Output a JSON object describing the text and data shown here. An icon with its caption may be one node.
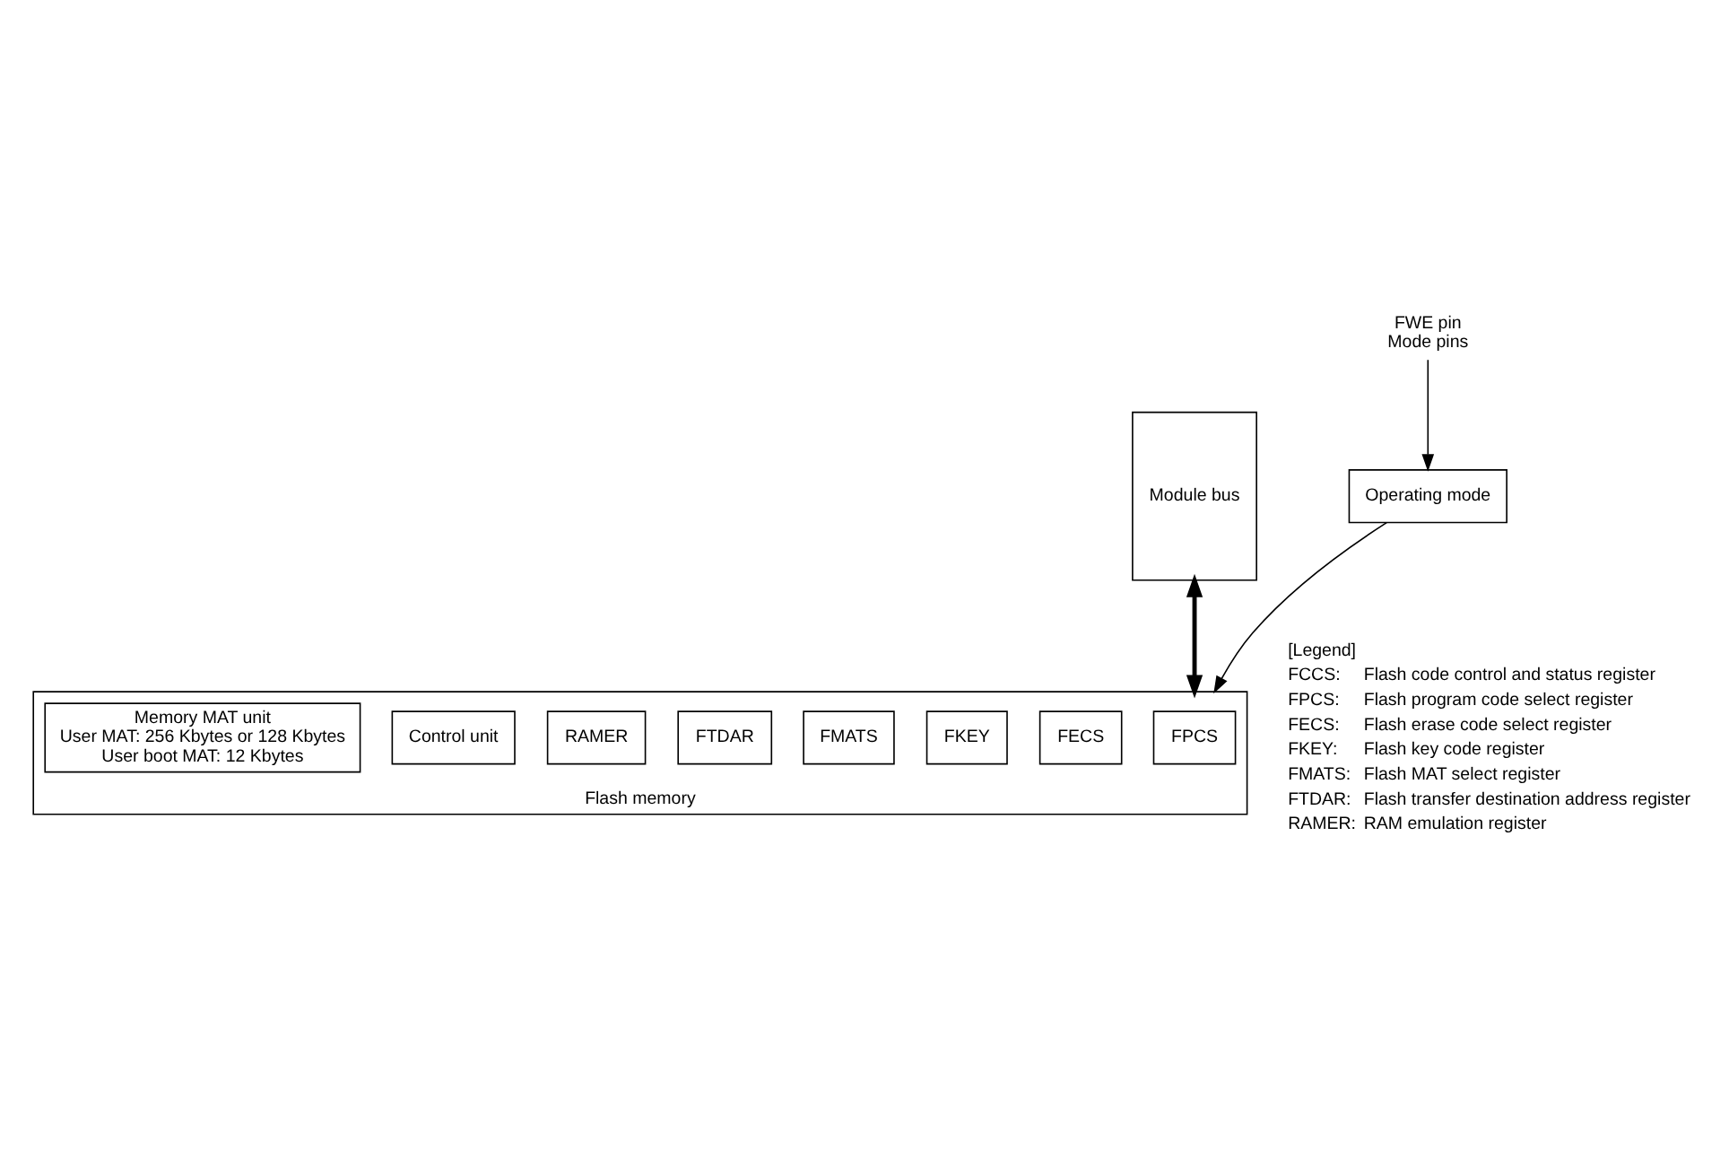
{
  "diagram": {
    "nodes": [
      {
        "text": [
          "Module bus"
        ]
      },
      {
        "text": [
          "Flash memory"
        ]
      },
      {
        "text": [
          "FPCS"
        ],
        "in": 1
      },
      {
        "text": [
          "FECS"
        ],
        "in": 1
      },
      {
        "text": [
          "FKEY"
        ],
        "in": 1
      },
      {
        "text": [
          "FMATS"
        ],
        "in": 1
      },
      {
        "text": [
          "FTDAR"
        ],
        "in": 1
      },
      {
        "text": [
          "RAMER"
        ],
        "in": 1
      },
      {
        "text": [
          "Control unit"
        ],
        "in": 1
      },
      {
        "text": [
          "Memory MAT unit",
          "User MAT: 256 Kbytes or 128 Kbytes",
          "User boot MAT: 12 Kbytes"
        ],
        "in": 1
      },
      {
        "text": [
          "Operating mode"
        ]
      },
      {
        "text": [
          "FWE pin",
          "Mode pins"
        ]
      }
    ],
    "edges": [
      {
        "from": 0,
        "to": 1,
        "arrow": "both",
        "style": "thick"
      },
      {
        "from": 10,
        "to": 1,
        "arrow": "to"
      },
      {
        "from": 11,
        "to": 10,
        "arrow": "to"
      }
    ],
    "labels": [
      "[Legend]",
      "FCCS:",
      "Flash code control and status register",
      "FPCS:",
      "Flash program code select register",
      "FECS:",
      "Flash erase code select register",
      "FKEY:",
      "Flash key code register",
      "FMATS:",
      "Flash MAT select register",
      "FTDAR:",
      "Flash transfer destination address register",
      "RAMER:",
      "RAM emulation register"
    ]
  }
}
